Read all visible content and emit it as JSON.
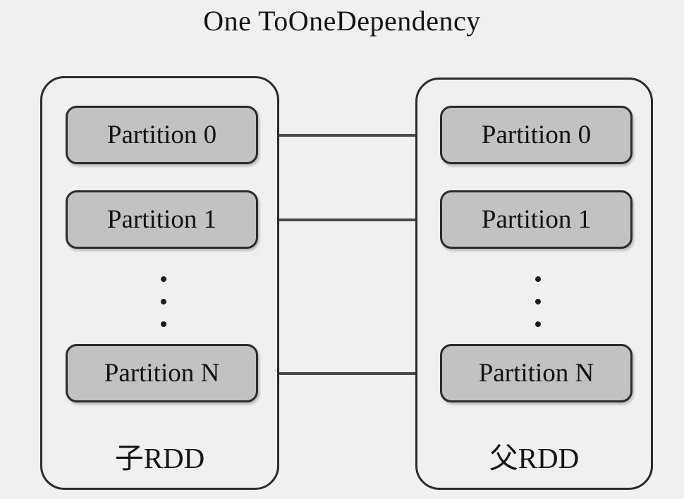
{
  "diagram": {
    "title": "One ToOneDependency",
    "type": "dependency-diagram",
    "background_color": "#f0f0f0",
    "box_fill_color": "#c2c2c2",
    "border_color": "#2b2b2b",
    "arrow_color": "#4a4a4a",
    "child_rdd": {
      "label": "子RDD",
      "partitions": [
        {
          "label": "Partition 0"
        },
        {
          "label": "Partition 1"
        },
        {
          "label": "Partition N"
        }
      ],
      "ellipsis": "⋮"
    },
    "parent_rdd": {
      "label": "父RDD",
      "partitions": [
        {
          "label": "Partition 0"
        },
        {
          "label": "Partition 1"
        },
        {
          "label": "Partition N"
        }
      ],
      "ellipsis": "⋮"
    },
    "arrows": [
      {
        "from": "child-partition-0",
        "to": "parent-partition-0"
      },
      {
        "from": "child-partition-1",
        "to": "parent-partition-1"
      },
      {
        "from": "child-partition-n",
        "to": "parent-partition-n"
      }
    ]
  }
}
